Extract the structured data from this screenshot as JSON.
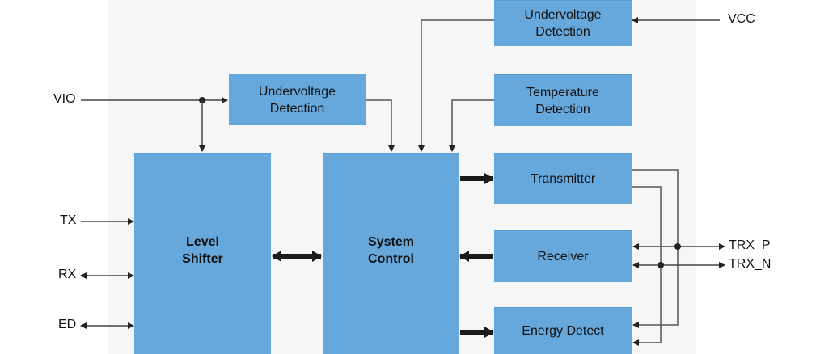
{
  "diagram": {
    "blocks": {
      "uv_vio": "Undervoltage\nDetection",
      "uv_vcc": "Undervoltage\nDetection",
      "temp": "Temperature\nDetection",
      "level_shifter": "Level\nShifter",
      "system_control": "System\nControl",
      "transmitter": "Transmitter",
      "receiver": "Receiver",
      "energy_detect": "Energy Detect"
    },
    "pins": {
      "vio": "VIO",
      "vcc": "VCC",
      "tx": "TX",
      "rx": "RX",
      "ed": "ED",
      "trx_p": "TRX_P",
      "trx_n": "TRX_N"
    },
    "colors": {
      "block_fill": "#66a8dc",
      "panel_bg": "#f4f6f8",
      "line": "#444444",
      "bus": "#1a1a1a"
    }
  }
}
